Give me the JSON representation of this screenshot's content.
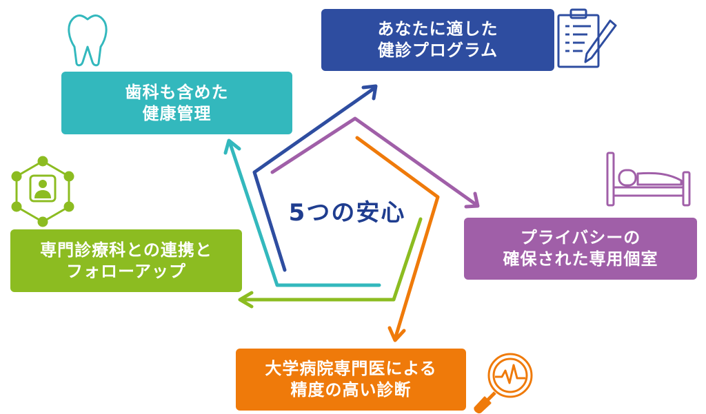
{
  "center": {
    "title": "5つの安心"
  },
  "items": [
    {
      "id": "program",
      "line1": "あなたに適した",
      "line2": "健診プログラム"
    },
    {
      "id": "dental",
      "line1": "歯科も含めた",
      "line2": "健康管理"
    },
    {
      "id": "room",
      "line1": "プライバシーの",
      "line2": "確保された専用個室"
    },
    {
      "id": "specialist",
      "line1": "専門診療科との連携と",
      "line2": "フォローアップ"
    },
    {
      "id": "university",
      "line1": "大学病院専門医による",
      "line2": "精度の高い診断"
    }
  ],
  "icons": {
    "program": "clipboard-pen-icon",
    "dental": "tooth-icon",
    "room": "bed-icon",
    "specialist": "network-user-icon",
    "university": "magnifier-chart-icon"
  },
  "colors": {
    "program": "#2e4da0",
    "dental": "#33b8bd",
    "room": "#a05fa8",
    "specialist": "#8cbc21",
    "university": "#ef7a0a",
    "title": "#1f3d8f"
  }
}
